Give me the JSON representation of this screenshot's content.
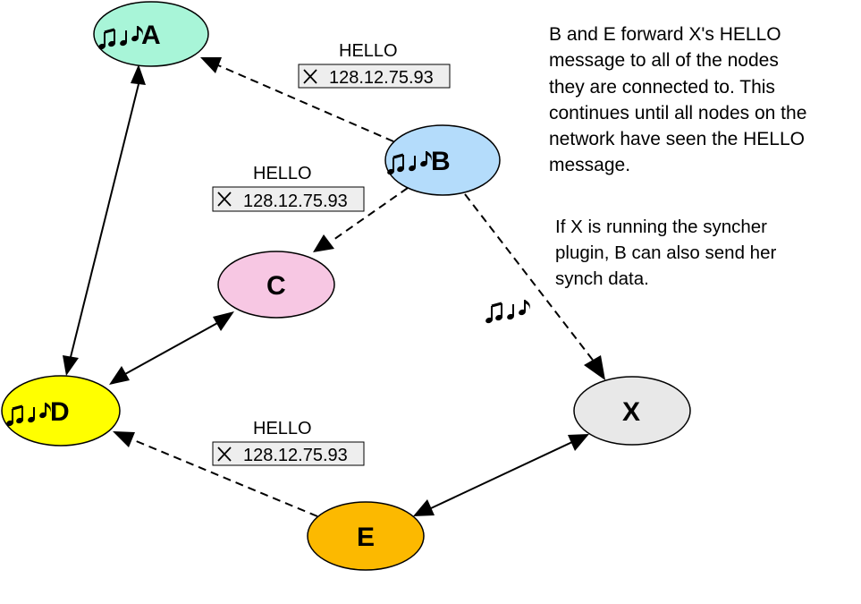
{
  "nodes": {
    "a": {
      "label": "A",
      "color": "#a8f5d8",
      "has_music": true
    },
    "b": {
      "label": "B",
      "color": "#b4dcfb",
      "has_music": true
    },
    "c": {
      "label": "C",
      "color": "#f7c7e3",
      "has_music": false
    },
    "d": {
      "label": "D",
      "color": "#ffff00",
      "has_music": true
    },
    "x": {
      "label": "X",
      "color": "#e8e8e8",
      "has_music": false
    },
    "e": {
      "label": "E",
      "color": "#fcb900",
      "has_music": false
    }
  },
  "hello_messages": [
    {
      "title": "HELLO",
      "address": "128.12.75.93",
      "icon": "x-cross-icon"
    },
    {
      "title": "HELLO",
      "address": "128.12.75.93",
      "icon": "x-cross-icon"
    },
    {
      "title": "HELLO",
      "address": "128.12.75.93",
      "icon": "x-cross-icon"
    }
  ],
  "notes": {
    "forward": "B and E forward X's HELLO\nmessage to all of the nodes\nthey are connected to. This\ncontinues until all nodes on the\nnetwork have seen the HELLO\nmessage.",
    "synch": "If X is running the syncher\nplugin, B can also send her\nsynch data."
  },
  "edges": [
    {
      "from": "A",
      "to": "D",
      "style": "solid",
      "direction": "both"
    },
    {
      "from": "C",
      "to": "D",
      "style": "solid",
      "direction": "both"
    },
    {
      "from": "E",
      "to": "X",
      "style": "solid",
      "direction": "both"
    },
    {
      "from": "B",
      "to": "A",
      "style": "dashed",
      "direction": "forward"
    },
    {
      "from": "B",
      "to": "C",
      "style": "dashed",
      "direction": "forward"
    },
    {
      "from": "B",
      "to": "X",
      "style": "dashed",
      "direction": "forward"
    },
    {
      "from": "E",
      "to": "D",
      "style": "dashed",
      "direction": "forward"
    }
  ],
  "icons": {
    "music": "music-notes-icon",
    "address_marker": "x-cross-icon"
  }
}
